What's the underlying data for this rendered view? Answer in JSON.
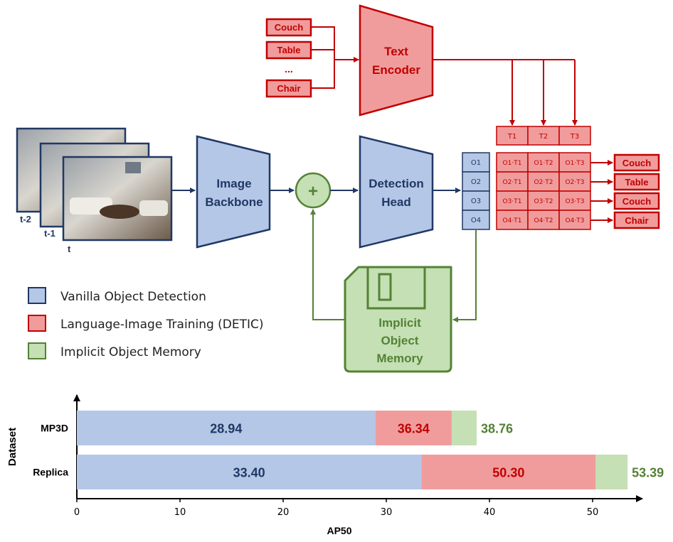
{
  "colors": {
    "blue_fill": "#b4c7e7",
    "blue_stroke": "#203864",
    "blue_text": "#203864",
    "red_fill": "#f19c9c",
    "red_stroke": "#c00000",
    "red_text": "#c00000",
    "green_fill": "#c5e0b4",
    "green_stroke": "#548235",
    "green_text": "#548235"
  },
  "text_inputs": [
    "Couch",
    "Table",
    "...",
    "Chair"
  ],
  "text_encoder": [
    "Text",
    "Encoder"
  ],
  "frames": [
    "t-2",
    "t-1",
    "t"
  ],
  "image_backbone": [
    "Image",
    "Backbone"
  ],
  "plus": "+",
  "detection_head": [
    "Detection",
    "Head"
  ],
  "object_queries": [
    "O1",
    "O2",
    "O3",
    "O4"
  ],
  "text_tokens": [
    "T1",
    "T2",
    "T3"
  ],
  "similarity_matrix": [
    [
      "O1·T1",
      "O1·T2",
      "O1·T3"
    ],
    [
      "O2·T1",
      "O2·T2",
      "O2·T3"
    ],
    [
      "O3·T1",
      "O3·T2",
      "O3·T3"
    ],
    [
      "O4·T1",
      "O4·T2",
      "O4·T3"
    ]
  ],
  "predictions": [
    "Couch",
    "Table",
    "Couch",
    "Chair"
  ],
  "memory": [
    "Implicit",
    "Object",
    "Memory"
  ],
  "legend": [
    {
      "label": "Vanilla Object Detection",
      "color": "blue"
    },
    {
      "label": "Language-Image Training (DETIC)",
      "color": "red"
    },
    {
      "label": "Implicit Object Memory",
      "color": "green"
    }
  ],
  "chart_data": {
    "type": "bar",
    "orientation": "horizontal",
    "stacked": true,
    "ylabel": "Dataset",
    "xlabel": "AP50",
    "categories": [
      "MP3D",
      "Replica"
    ],
    "xlim": [
      0,
      55
    ],
    "xticks": [
      0,
      10,
      20,
      30,
      40,
      50
    ],
    "series": [
      {
        "name": "Vanilla Object Detection",
        "values": [
          28.94,
          33.4
        ],
        "labels": [
          "28.94",
          "33.40"
        ],
        "color": "blue"
      },
      {
        "name": "Language-Image Training (DETIC)",
        "values": [
          36.34,
          50.3
        ],
        "labels": [
          "36.34",
          "50.30"
        ],
        "color": "red"
      },
      {
        "name": "Implicit Object Memory",
        "values": [
          38.76,
          53.39
        ],
        "labels": [
          "38.76",
          "53.39"
        ],
        "color": "green"
      }
    ]
  }
}
